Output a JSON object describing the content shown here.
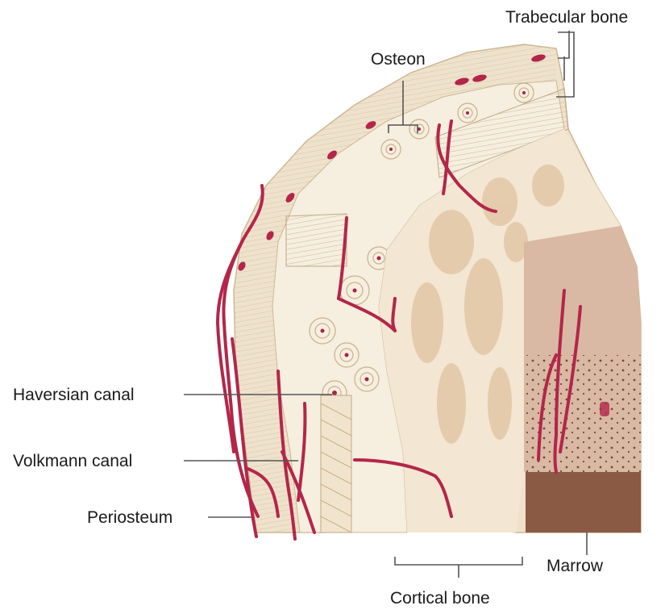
{
  "labels": {
    "trabecular_bone": "Trabecular bone",
    "osteon": "Osteon",
    "haversian_canal": "Haversian canal",
    "volkmann_canal": "Volkmann canal",
    "periosteum": "Periosteum",
    "marrow": "Marrow",
    "cortical_bone": "Cortical bone"
  },
  "colors": {
    "bone_outer": "#efe2cc",
    "bone_light": "#f6eedf",
    "trabecular_spaces": "#e2c7a6",
    "vessel": "#b3264a",
    "marrow_light": "#d9b9a3",
    "marrow_dark": "#8a5a44",
    "line": "#555555"
  }
}
